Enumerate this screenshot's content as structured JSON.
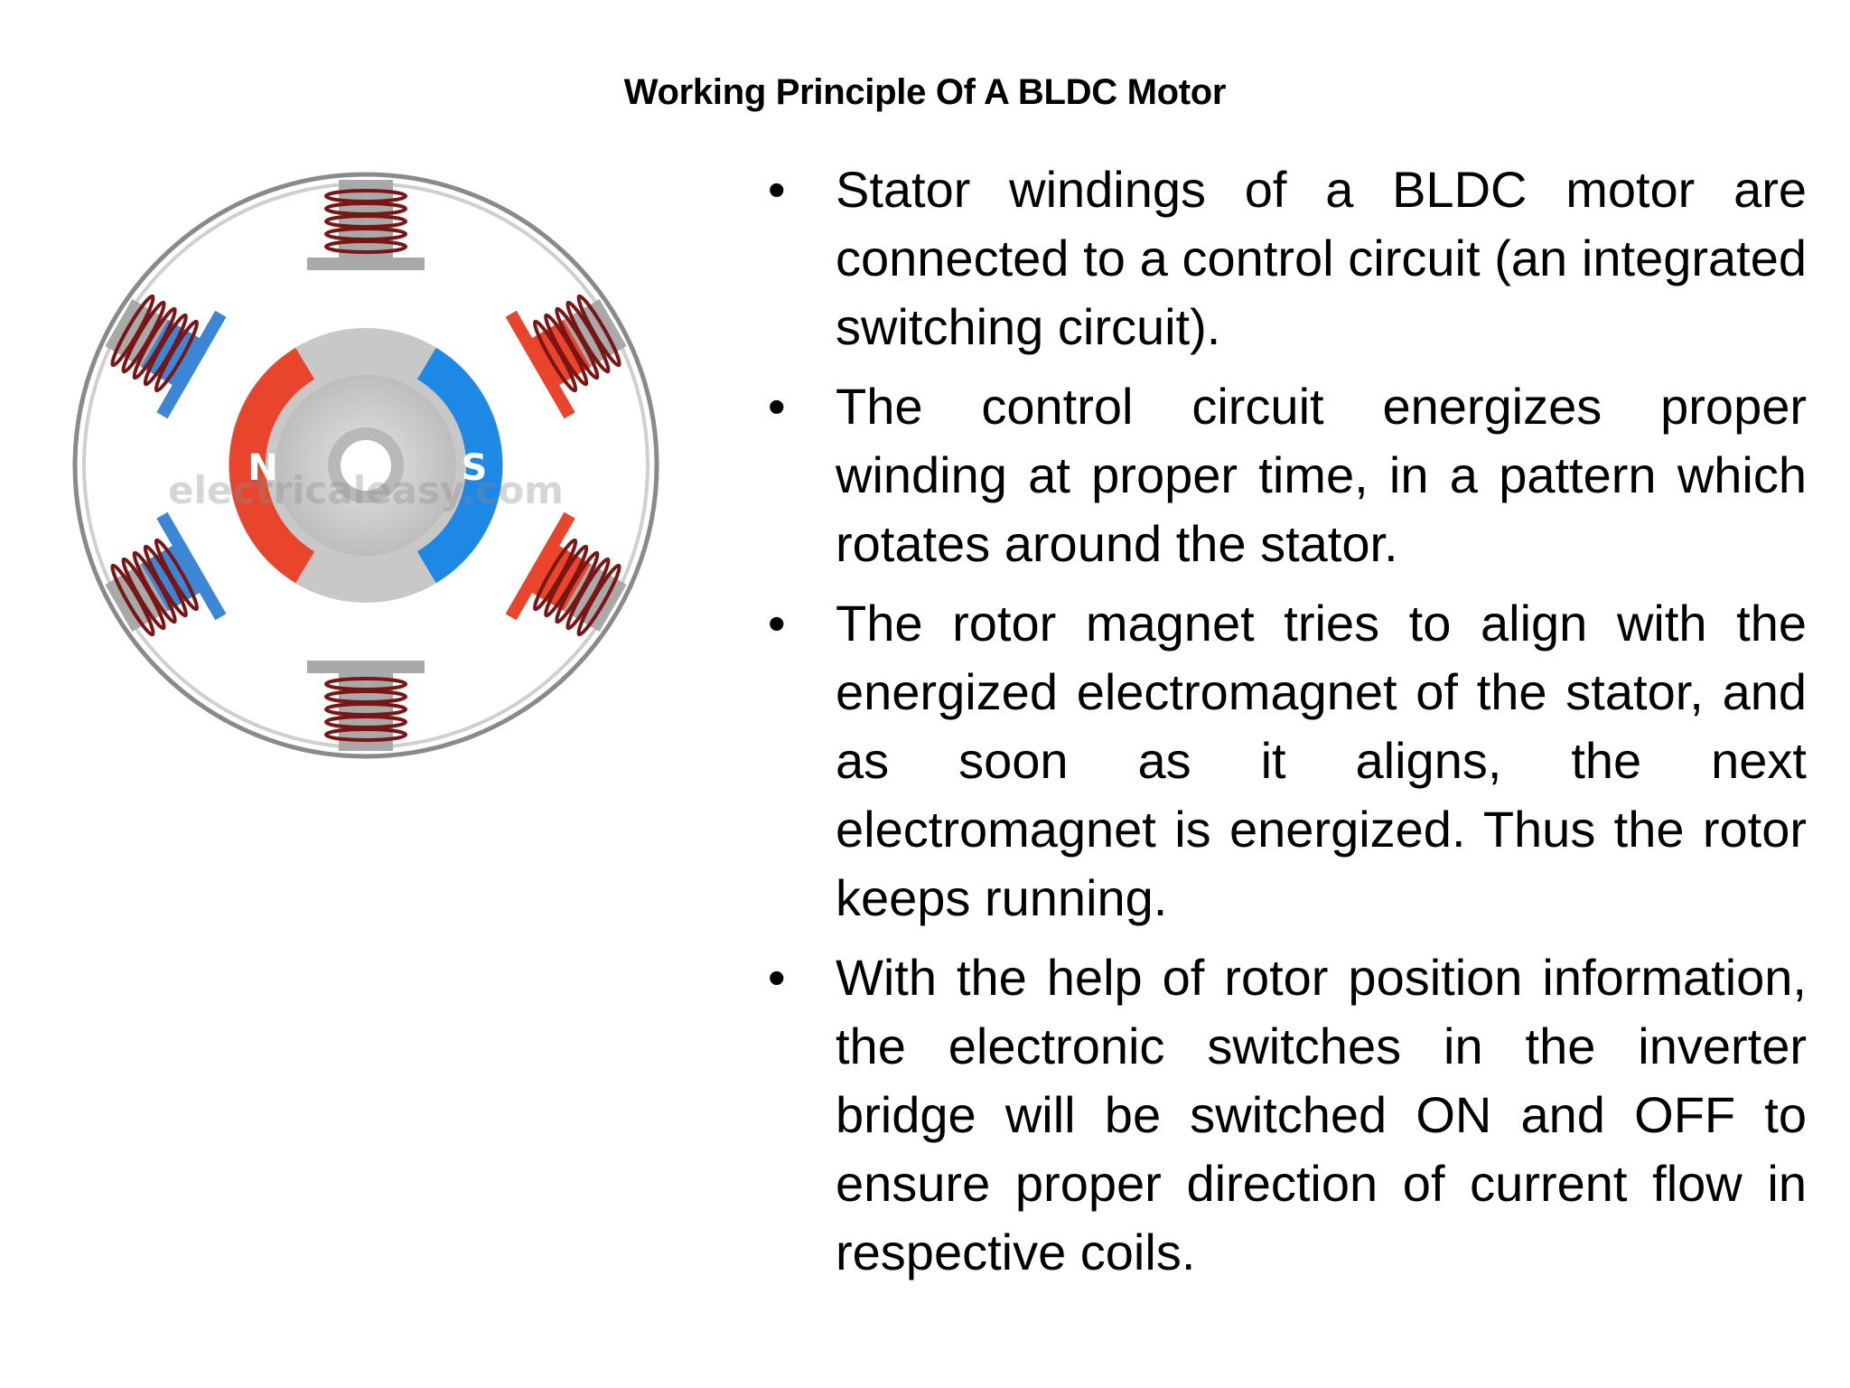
{
  "slide": {
    "title": "Working Principle Of A BLDC Motor",
    "bullet_symbol": "•",
    "bullets": [
      "Stator windings of a BLDC motor are connected to a control circuit (an integrated switching circuit).",
      "The control circuit energizes proper winding at proper time, in a pattern which rotates around the stator.",
      "The rotor magnet tries to align with the energized electromagnet of the stator, and as soon as it aligns, the next electromagnet is energized. Thus the rotor keeps running.",
      "With the help of rotor position information, the electronic switches in the inverter bridge will be switched ON and OFF to ensure proper direction of current flow in respective coils."
    ]
  },
  "figure": {
    "north_label": "N",
    "south_label": "S",
    "watermark": "electricaleasy.com",
    "colors": {
      "north": "#e8452c",
      "south": "#1e88e5",
      "pole_red": "#e8452c",
      "pole_blue": "#3b87d6",
      "pole_gray": "#a9a9a9",
      "coil": "#7a1515",
      "ring": "#8a8a8a"
    }
  }
}
